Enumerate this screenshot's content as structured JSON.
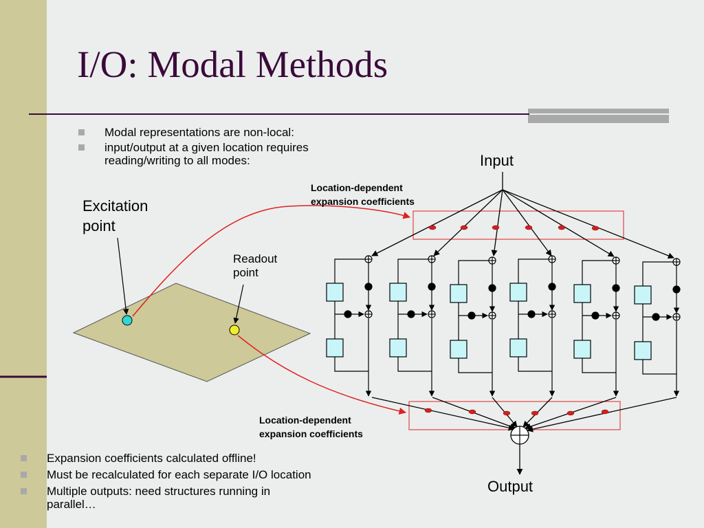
{
  "slide": {
    "title": "I/O: Modal Methods",
    "top_bullets": [
      "Modal representations are non-local:",
      "input/output at a given location requires reading/writing to all modes:"
    ],
    "bottom_bullets": [
      "Expansion coefficients calculated offline!",
      "Must be recalculated for each separate I/O location",
      "Multiple outputs: need structures running in parallel…"
    ]
  },
  "diagram": {
    "input_label": "Input",
    "output_label": "Output",
    "excitation_label": "Excitation point",
    "readout_label": "Readout point",
    "coeff_top_label": "Location-dependent expansion coefficients",
    "coeff_bottom_label": "Location-dependent expansion coefficients",
    "colors": {
      "plate": "#cdc998",
      "excitation_dot": "#33d6d6",
      "readout_dot": "#f0ee2a",
      "highlight": "#e02020",
      "block": "#c8f5f8",
      "title": "#3a0a3a",
      "sidebar": "#cdc998"
    }
  }
}
